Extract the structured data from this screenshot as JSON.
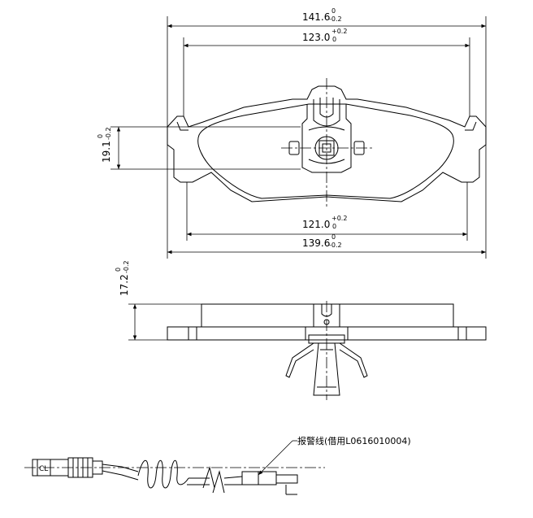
{
  "dimensions": {
    "overall_width": {
      "value": "141.6",
      "upper": "0",
      "lower": "-0.2"
    },
    "inner_width_top": {
      "value": "123.0",
      "upper": "+0.2",
      "lower": "0"
    },
    "inner_width_bottom": {
      "value": "121.0",
      "upper": "+0.2",
      "lower": "0"
    },
    "overall_width_bottom": {
      "value": "139.6",
      "upper": "0",
      "lower": "-0.2"
    },
    "height": {
      "value": "19.1",
      "upper": "0",
      "lower": "-0.2"
    },
    "thickness": {
      "value": "17.2",
      "upper": "0",
      "lower": "-0.2"
    }
  },
  "sensor": {
    "callout": "报警线(借用L0616010004)",
    "connector_tag": "CL"
  }
}
